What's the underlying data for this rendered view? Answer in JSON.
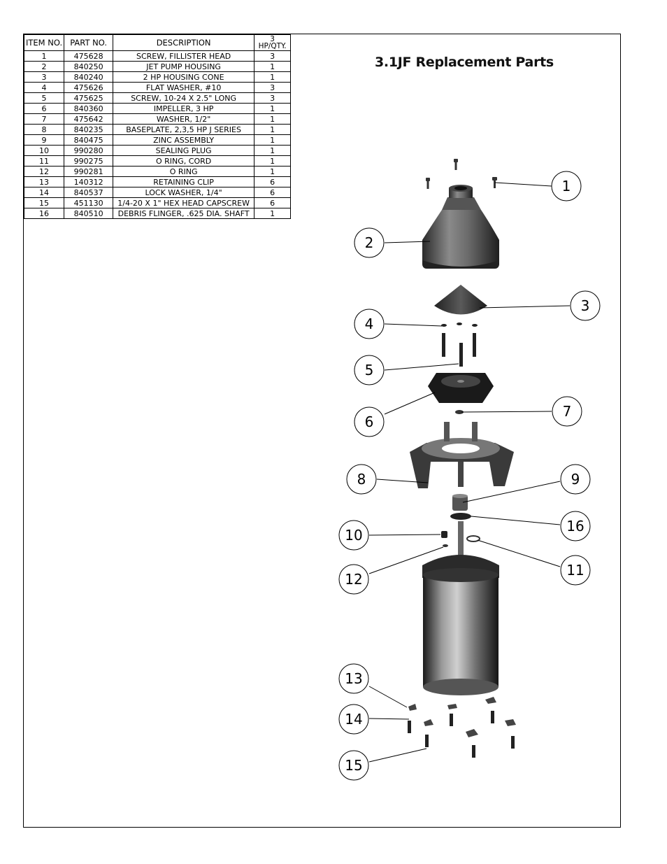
{
  "title": "3.1JF Replacement Parts",
  "table": {
    "headers": [
      "ITEM NO.",
      "PART NO.",
      "DESCRIPTION",
      "3",
      "HP/QTY."
    ],
    "rows": [
      [
        "1",
        "475628",
        "SCREW, FILLISTER HEAD",
        "3"
      ],
      [
        "2",
        "840250",
        "JET PUMP HOUSING",
        "1"
      ],
      [
        "3",
        "840240",
        "2 HP HOUSING CONE",
        "1"
      ],
      [
        "4",
        "475626",
        "FLAT WASHER, #10",
        "3"
      ],
      [
        "5",
        "475625",
        "SCREW, 10-24 X 2.5\" LONG",
        "3"
      ],
      [
        "6",
        "840360",
        "IMPELLER, 3 HP",
        "1"
      ],
      [
        "7",
        "475642",
        "WASHER, 1/2\"",
        "1"
      ],
      [
        "8",
        "840235",
        "BASEPLATE, 2,3,5 HP J SERIES",
        "1"
      ],
      [
        "9",
        "840475",
        "ZINC ASSEMBLY",
        "1"
      ],
      [
        "10",
        "990280",
        "SEALING PLUG",
        "1"
      ],
      [
        "11",
        "990275",
        "O RING, CORD",
        "1"
      ],
      [
        "12",
        "990281",
        "O RING",
        "1"
      ],
      [
        "13",
        "140312",
        "RETAINING CLIP",
        "6"
      ],
      [
        "14",
        "840537",
        "LOCK WASHER, 1/4\"",
        "6"
      ],
      [
        "15",
        "451130",
        "1/4-20 X 1\" HEX HEAD CAPSCREW",
        "6"
      ],
      [
        "16",
        "840510",
        "DEBRIS FLINGER, .625 DIA. SHAFT",
        "1"
      ]
    ]
  },
  "callouts": [
    "1",
    "2",
    "3",
    "4",
    "5",
    "6",
    "7",
    "8",
    "9",
    "16",
    "10",
    "11",
    "12",
    "13",
    "14",
    "15"
  ]
}
